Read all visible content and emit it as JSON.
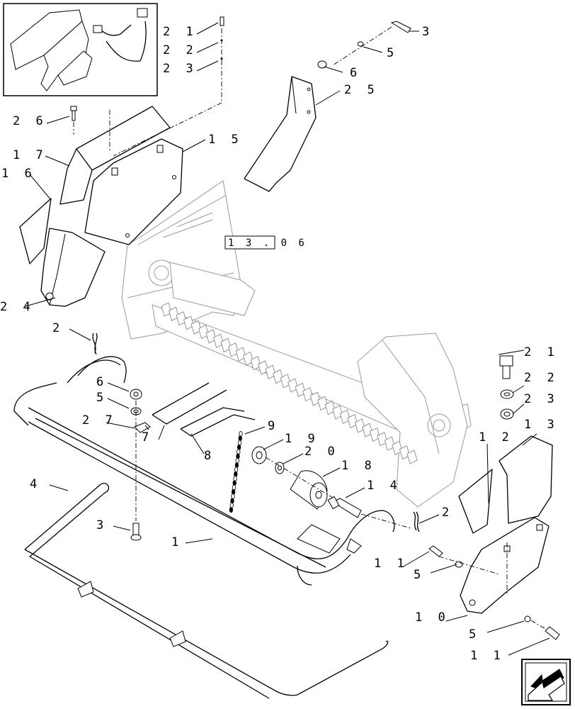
{
  "diagram": {
    "labels": [
      {
        "id": "l21a",
        "text": "2 1"
      },
      {
        "id": "l22a",
        "text": "2 2"
      },
      {
        "id": "l23a",
        "text": "2 3"
      },
      {
        "id": "l3a",
        "text": "3"
      },
      {
        "id": "l5a",
        "text": "5"
      },
      {
        "id": "l6a",
        "text": "6"
      },
      {
        "id": "l25",
        "text": "2 5"
      },
      {
        "id": "l26",
        "text": "2 6"
      },
      {
        "id": "l15",
        "text": "1 5"
      },
      {
        "id": "l17",
        "text": "1 7"
      },
      {
        "id": "l16",
        "text": "1 6"
      },
      {
        "id": "l24",
        "text": "2 4"
      },
      {
        "id": "l2a",
        "text": "2"
      },
      {
        "id": "l6b",
        "text": "6"
      },
      {
        "id": "l5b",
        "text": "5"
      },
      {
        "id": "l27",
        "text": "2 7"
      },
      {
        "id": "l7",
        "text": "7"
      },
      {
        "id": "l8",
        "text": "8"
      },
      {
        "id": "l9",
        "text": "9"
      },
      {
        "id": "l19",
        "text": "1 9"
      },
      {
        "id": "l20",
        "text": "2 0"
      },
      {
        "id": "l18",
        "text": "1 8"
      },
      {
        "id": "l14",
        "text": "1 4"
      },
      {
        "id": "l4",
        "text": "4"
      },
      {
        "id": "l3b",
        "text": "3"
      },
      {
        "id": "l1",
        "text": "1"
      },
      {
        "id": "l2b",
        "text": "2"
      },
      {
        "id": "l21b",
        "text": "2 1"
      },
      {
        "id": "l22b",
        "text": "2 2"
      },
      {
        "id": "l23b",
        "text": "2 3"
      },
      {
        "id": "l13",
        "text": "1 3"
      },
      {
        "id": "l12",
        "text": "1 2"
      },
      {
        "id": "l11a",
        "text": "1 1"
      },
      {
        "id": "l5c",
        "text": "5"
      },
      {
        "id": "l10",
        "text": "1 0"
      },
      {
        "id": "l5d",
        "text": "5"
      },
      {
        "id": "l11b",
        "text": "1 1"
      }
    ],
    "reference_box": "1 3 . 0 6",
    "nav_icon": "next-page-arrow-icon"
  }
}
